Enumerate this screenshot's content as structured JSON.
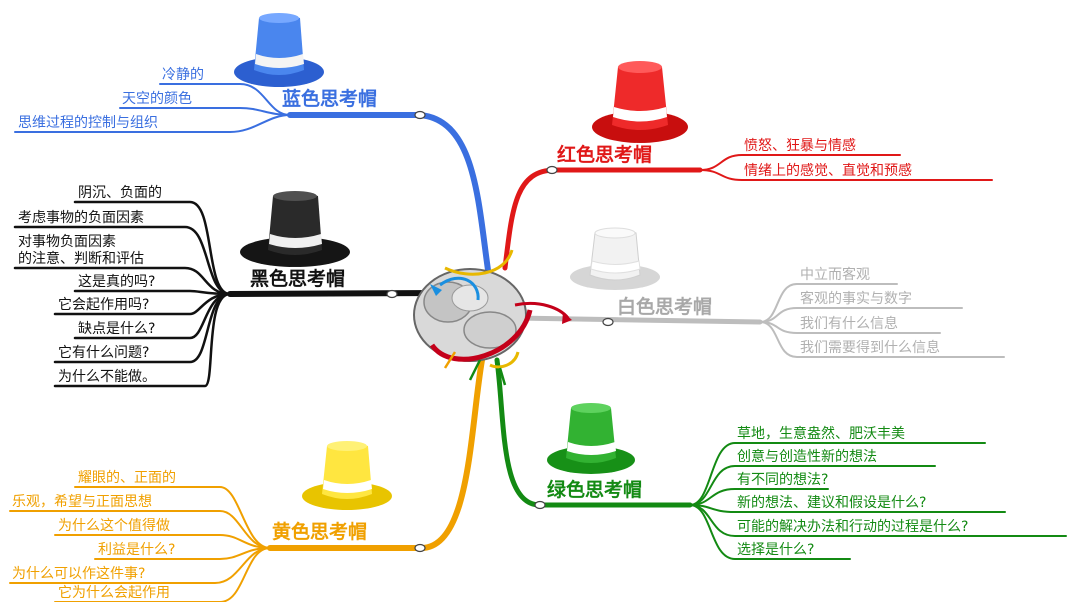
{
  "colors": {
    "blue": "#3a6fe0",
    "red": "#e01818",
    "gray": "#bdbdbd",
    "black": "#111111",
    "yellow": "#f0a000",
    "green": "#138a13"
  },
  "branches": {
    "blue": {
      "title": "蓝色思考帽",
      "items": [
        "冷静的",
        "天空的颜色",
        "思维过程的控制与组织"
      ]
    },
    "red": {
      "title": "红色思考帽",
      "items": [
        "愤怒、狂暴与情感",
        "情绪上的感觉、直觉和预感"
      ]
    },
    "white": {
      "title": "白色思考帽",
      "items": [
        "中立而客观",
        "客观的事实与数字",
        "我们有什么信息",
        "我们需要得到什么信息"
      ]
    },
    "black": {
      "title": "黑色思考帽",
      "items": [
        "阴沉、负面的",
        "考虑事物的负面因素",
        "对事物负面因素",
        "的注意、判断和评估",
        "这是真的吗?",
        "它会起作用吗?",
        "缺点是什么?",
        "它有什么问题?",
        "为什么不能做。"
      ]
    },
    "yellow": {
      "title": "黄色思考帽",
      "items": [
        "耀眼的、正面的",
        "乐观，希望与正面思想",
        "为什么这个值得做",
        "利益是什么?",
        "为什么可以作这件事?",
        "它为什么会起作用"
      ]
    },
    "green": {
      "title": "绿色思考帽",
      "items": [
        "草地，生意盎然、肥沃丰美",
        "创意与创造性新的想法",
        "有不同的想法?",
        "新的想法、建议和假设是什么?",
        "可能的解决办法和行动的过程是什么?",
        "选择是什么?"
      ]
    }
  }
}
